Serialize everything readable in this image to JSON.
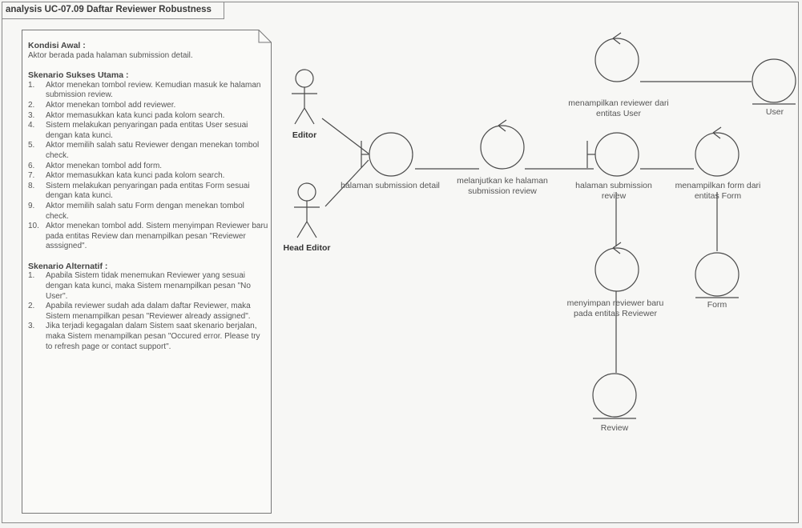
{
  "diagram": {
    "title": "analysis UC-07.09  Daftar Reviewer Robustness"
  },
  "note": {
    "initial_heading": "Kondisi Awal :",
    "initial_text": "Aktor berada pada halaman submission detail.",
    "main_heading": "Skenario Sukses Utama :",
    "main_steps": [
      {
        "num": "1.",
        "text": "Aktor menekan tombol review. Kemudian masuk ke halaman submission review."
      },
      {
        "num": "2.",
        "text": "Aktor menekan tombol add reviewer."
      },
      {
        "num": "3.",
        "text": "Aktor memasukkan kata kunci pada kolom search."
      },
      {
        "num": "4.",
        "text": "Sistem melakukan penyaringan pada entitas User sesuai dengan kata kunci."
      },
      {
        "num": "5.",
        "text": "Aktor memilih salah satu Reviewer dengan menekan tombol check."
      },
      {
        "num": "6.",
        "text": "Aktor menekan tombol add form."
      },
      {
        "num": "7.",
        "text": "Aktor memasukkan kata kunci pada kolom search."
      },
      {
        "num": "8.",
        "text": "Sistem melakukan penyaringan pada entitas Form sesuai dengan kata kunci."
      },
      {
        "num": "9.",
        "text": "Aktor memilih salah satu Form dengan menekan tombol check."
      },
      {
        "num": "10.",
        "text": "Aktor menekan tombol add. Sistem menyimpan Reviewer baru pada entitas Review dan menampilkan pesan \"Reviewer asssigned\"."
      }
    ],
    "alt_heading": "Skenario Alternatif :",
    "alt_steps": [
      {
        "num": "1.",
        "text": "Apabila Sistem tidak menemukan Reviewer yang sesuai dengan kata kunci, maka Sistem menampilkan pesan \"No User\"."
      },
      {
        "num": "2.",
        "text": "Apabila reviewer sudah ada dalam daftar Reviewer, maka Sistem menampilkan pesan \"Reviewer already assigned\"."
      },
      {
        "num": "3.",
        "text": "Jika terjadi kegagalan dalam Sistem saat skenario berjalan, maka Sistem menampilkan pesan \"Occured error. Please try to refresh page or contact support\"."
      }
    ]
  },
  "actors": {
    "editor": "Editor",
    "head_editor": "Head Editor"
  },
  "elements": {
    "boundary_submission_detail": "halaman submission detail",
    "control_lanjut_review": "melanjutkan ke halaman submission review",
    "boundary_submission_review": "halaman submission review",
    "control_tampil_reviewer": "menampilkan reviewer dari entitas User",
    "entity_user": "User",
    "control_tampil_form": "menampilkan form dari entitas Form",
    "control_simpan_reviewer": "menyimpan reviewer baru pada entitas Reviewer",
    "entity_form": "Form",
    "entity_review": "Review"
  }
}
